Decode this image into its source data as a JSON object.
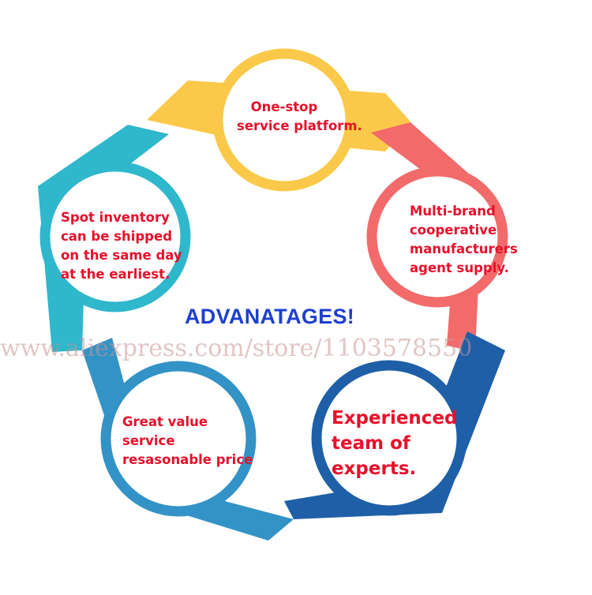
{
  "center_title": "ADVANATAGES!",
  "watermark": "www.aliexpress.com/store/1103578550",
  "colors": {
    "yellow": "#fbc94a",
    "coral": "#f36a6a",
    "teal": "#2fb7cc",
    "blue": "#3393c6",
    "navy": "#1e5fa8",
    "label_red": "#e8102a",
    "title_blue": "#1e3fd0"
  },
  "nodes": {
    "yellow": {
      "lines": [
        "One-stop",
        "service platform."
      ]
    },
    "coral": {
      "lines": [
        "Multi-brand",
        "cooperative",
        "manufacturers",
        "agent supply."
      ]
    },
    "teal": {
      "lines": [
        "Spot inventory",
        "can be shipped",
        "on the same day",
        "at the earliest."
      ]
    },
    "blue": {
      "lines": [
        "Great value",
        "service",
        "resasonable price"
      ]
    },
    "navy": {
      "lines": [
        "Experienced",
        "team of",
        "experts."
      ]
    }
  }
}
